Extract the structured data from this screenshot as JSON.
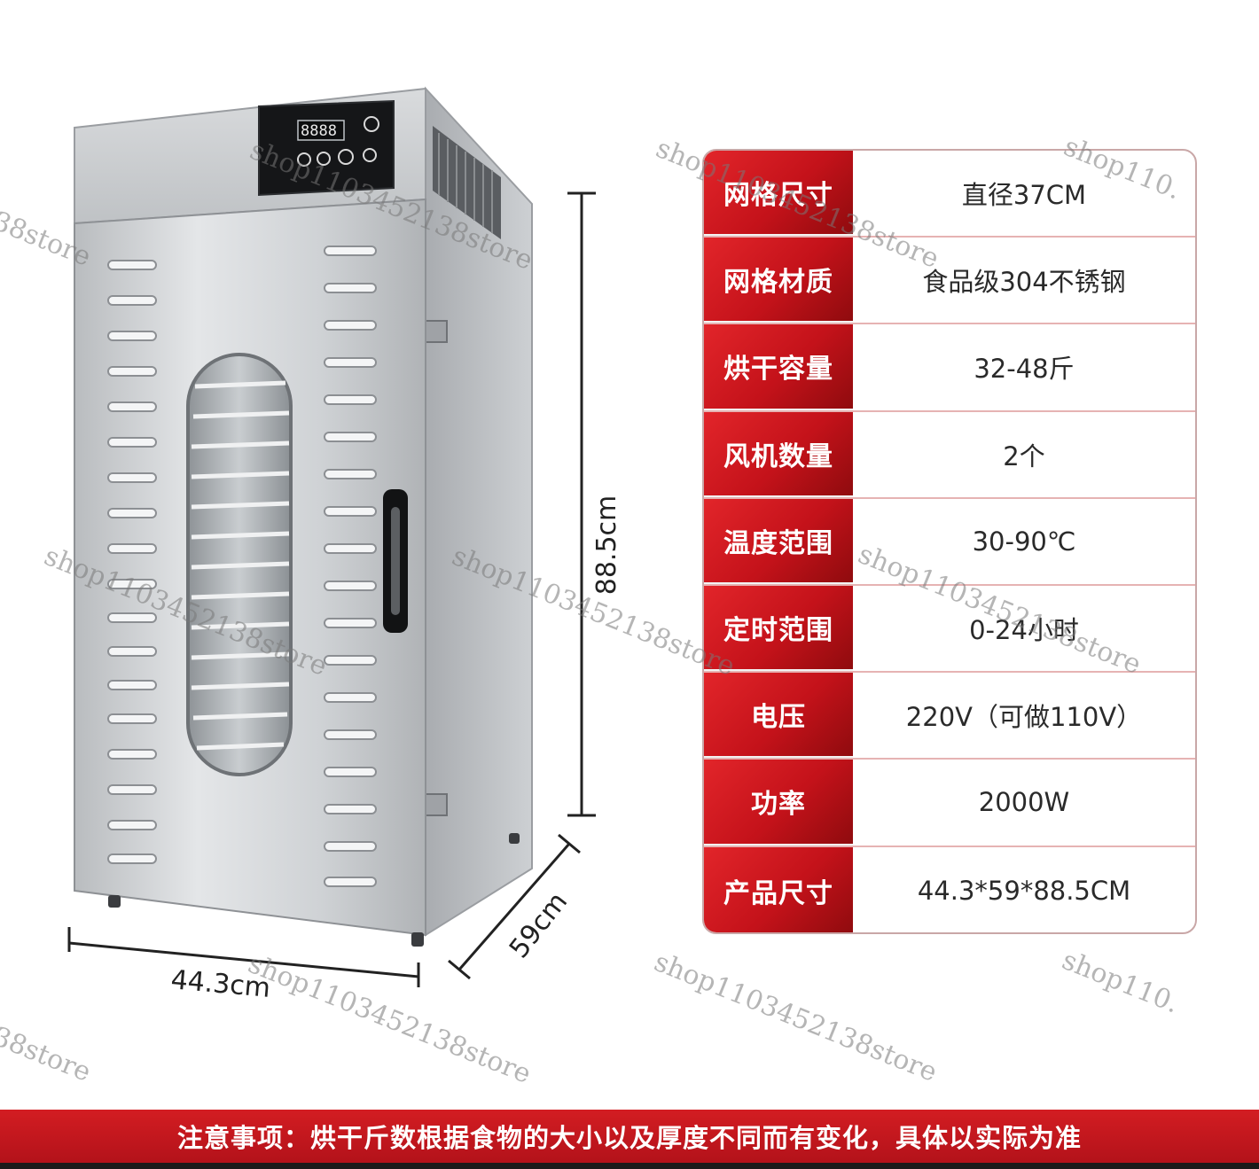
{
  "product": {
    "display_digits": "8888",
    "dimensions": {
      "height_label": "88.5cm",
      "width_label": "44.3cm",
      "depth_label": "59cm"
    }
  },
  "specs": [
    {
      "label": "网格尺寸",
      "value": "直径37CM"
    },
    {
      "label": "网格材质",
      "value": "食品级304不锈钢"
    },
    {
      "label": "烘干容量",
      "value": "32-48斤"
    },
    {
      "label": "风机数量",
      "value": "2个"
    },
    {
      "label": "温度范围",
      "value": "30-90℃"
    },
    {
      "label": "定时范围",
      "value": "0-24小时"
    },
    {
      "label": "电压",
      "value": "220V（可做110V）"
    },
    {
      "label": "功率",
      "value": "2000W"
    },
    {
      "label": "产品尺寸",
      "value": "44.3*59*88.5CM"
    }
  ],
  "notice": "注意事项：烘干斤数根据食物的大小以及厚度不同而有变化，具体以实际为准",
  "watermarks": {
    "full": "shop1103452138store",
    "partial_left": "38store",
    "partial_right": "shop110."
  },
  "colors": {
    "accent_red": "#d31d22",
    "steel": "#c8cbce"
  }
}
